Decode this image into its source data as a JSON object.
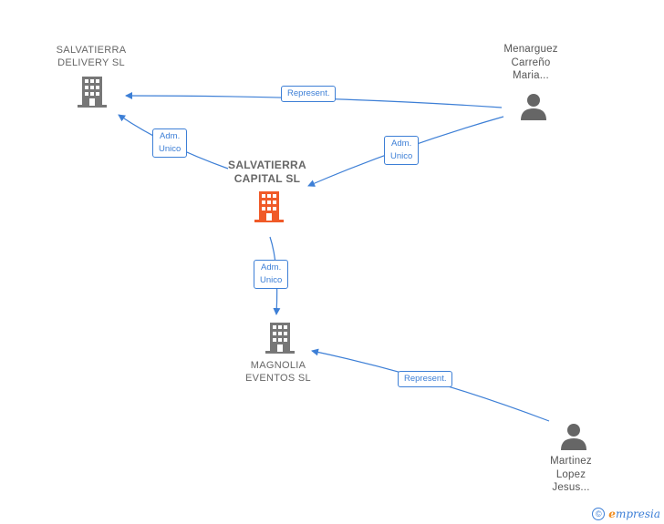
{
  "nodes": {
    "salvatierra_delivery": {
      "label": "SALVATIERRA\nDELIVERY  SL",
      "type": "company"
    },
    "salvatierra_capital": {
      "label": "SALVATIERRA\nCAPITAL  SL",
      "type": "company-main"
    },
    "magnolia_eventos": {
      "label": "MAGNOLIA\nEVENTOS  SL",
      "type": "company"
    },
    "menarguez": {
      "label": "Menarguez\nCarreño\nMaria...",
      "type": "person"
    },
    "martinez": {
      "label": "Martinez\nLopez\nJesus...",
      "type": "person"
    }
  },
  "edges": {
    "menarguez_delivery": {
      "label": "Represent."
    },
    "capital_delivery": {
      "label": "Adm.\nUnico"
    },
    "menarguez_capital": {
      "label": "Adm.\nUnico"
    },
    "capital_magnolia": {
      "label": "Adm.\nUnico"
    },
    "martinez_magnolia": {
      "label": "Represent."
    }
  },
  "footer": {
    "copyright": "©",
    "brand_e": "e",
    "brand_rest": "mpresia"
  },
  "colors": {
    "edge": "#3d7fd6",
    "company": "#777777",
    "company_main": "#f05a28",
    "person": "#666666"
  }
}
